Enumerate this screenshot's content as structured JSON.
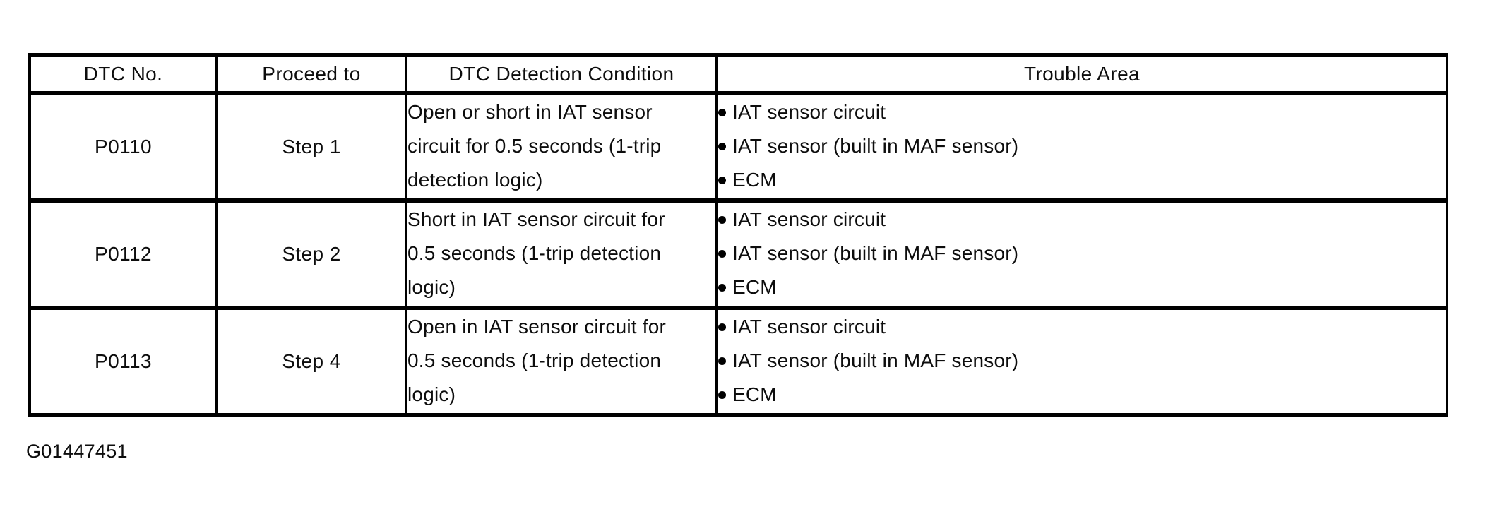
{
  "table": {
    "headers": [
      "DTC No.",
      "Proceed to",
      "DTC Detection Condition",
      "Trouble Area"
    ],
    "rows": [
      {
        "dtc_no": "P0110",
        "proceed_to": "Step 1",
        "condition_lines": [
          "Open or short in IAT sensor",
          "circuit for 0.5 seconds (1-trip",
          "detection logic)"
        ],
        "trouble_areas": [
          "IAT sensor circuit",
          "IAT sensor (built in MAF sensor)",
          "ECM"
        ]
      },
      {
        "dtc_no": "P0112",
        "proceed_to": "Step 2",
        "condition_lines": [
          "Short in IAT sensor circuit for",
          "0.5 seconds (1-trip detection",
          "logic)"
        ],
        "trouble_areas": [
          "IAT sensor circuit",
          "IAT sensor (built in MAF sensor)",
          "ECM"
        ]
      },
      {
        "dtc_no": "P0113",
        "proceed_to": "Step 4",
        "condition_lines": [
          "Open in IAT sensor circuit for",
          "0.5 seconds (1-trip detection",
          "logic)"
        ],
        "trouble_areas": [
          "IAT sensor circuit",
          "IAT sensor (built in MAF sensor)",
          "ECM"
        ]
      }
    ]
  },
  "caption": "G01447451",
  "colors": {
    "border": "#000000",
    "text": "#0d0d0d",
    "background": "#ffffff"
  }
}
